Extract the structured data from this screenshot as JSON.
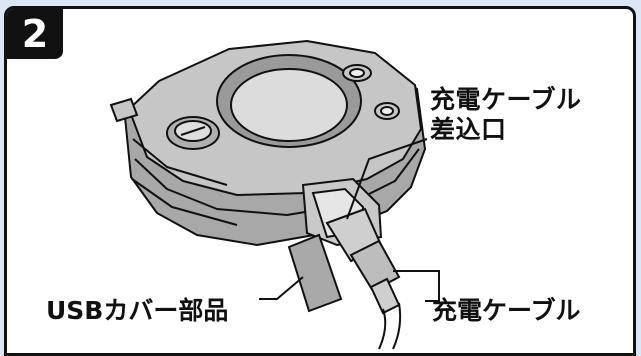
{
  "step": {
    "number": "2"
  },
  "labels": {
    "charge_port_line1": "充電ケーブル",
    "charge_port_line2": "差込口",
    "usb_cover": "USBカバー部品",
    "charge_cable": "充電ケーブル"
  },
  "colors": {
    "background": "#dbe6f6",
    "panel": "#ffffff",
    "ink": "#111111",
    "device_fill": "#bdbdbd",
    "device_dark": "#8f8f8f"
  }
}
